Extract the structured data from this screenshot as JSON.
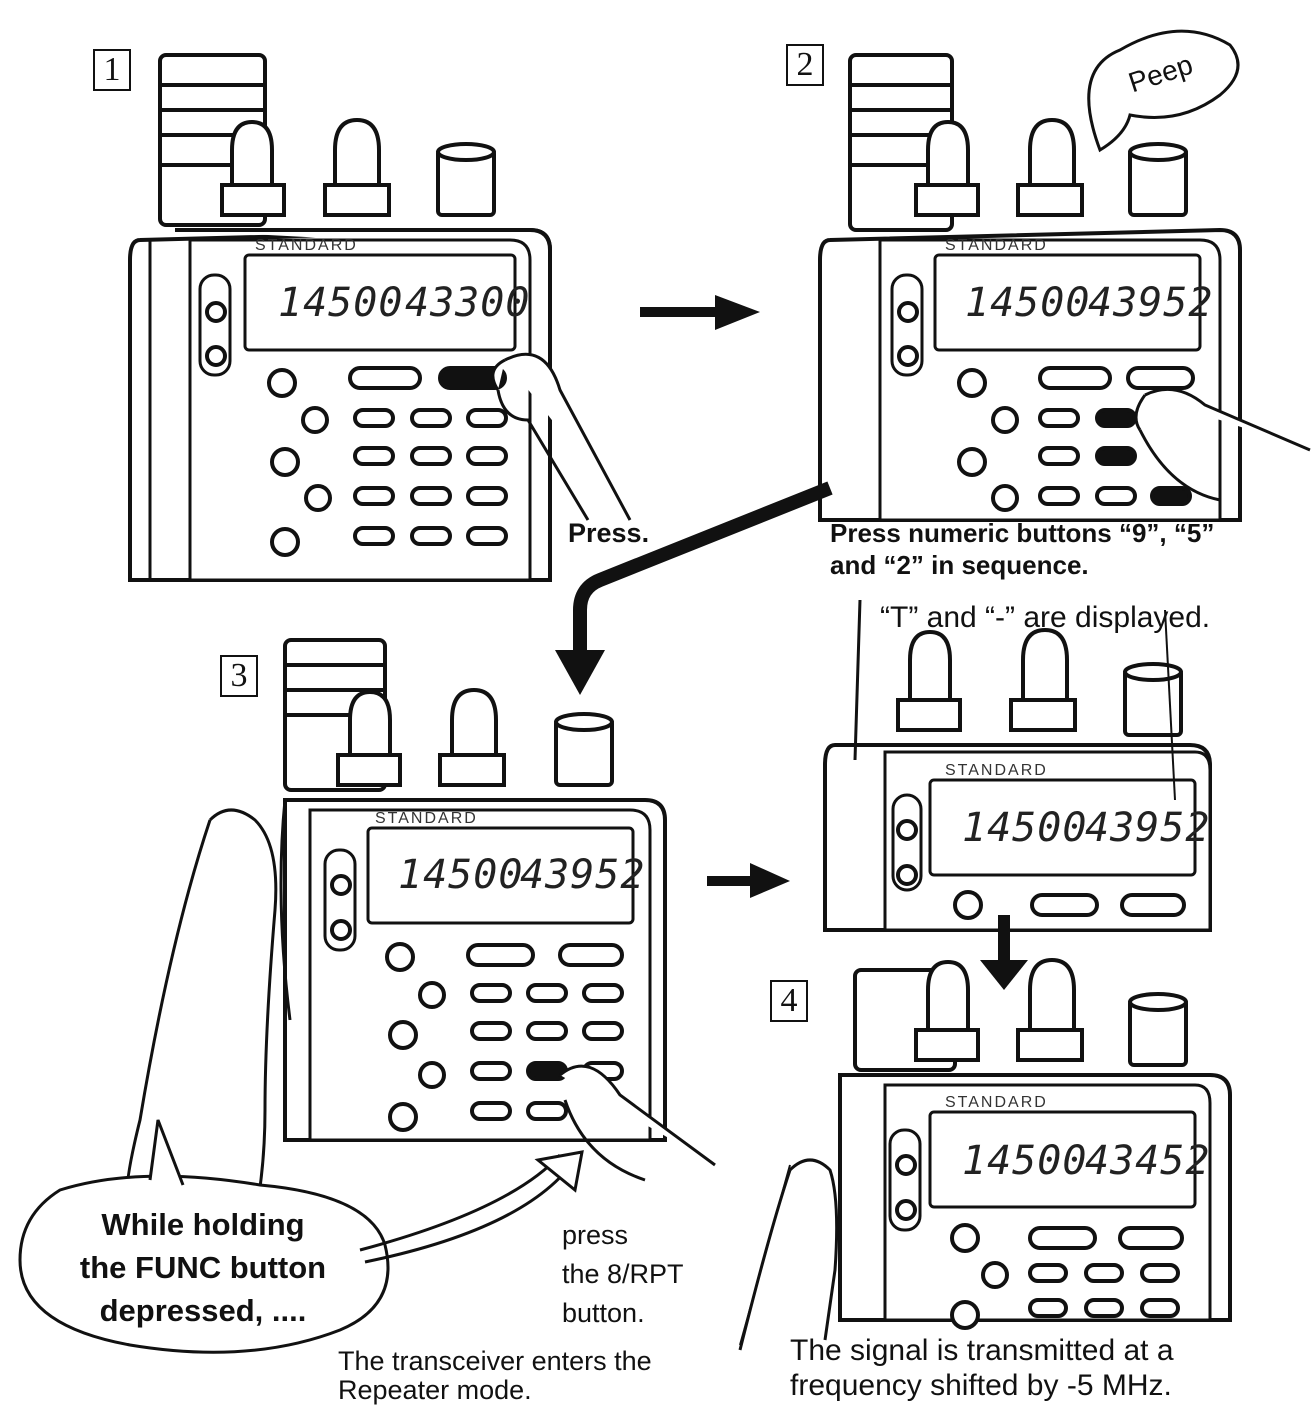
{
  "steps": {
    "s1": "1",
    "s2": "2",
    "s3": "3",
    "s4": "4"
  },
  "brand": "STANDARD",
  "displays": {
    "d1": {
      "left": "14500",
      "right": "43300"
    },
    "d2": {
      "left": "14500",
      "right": "43952"
    },
    "d3": {
      "left": "14500",
      "right": "43952"
    },
    "d3b": {
      "left": "14500",
      "right": "43952"
    },
    "d4": {
      "left": "14500",
      "right": "43452"
    }
  },
  "bubble_peep": "Peep",
  "captions": {
    "press": "Press.",
    "numeric_line1": "Press numeric buttons “9”, “5”",
    "numeric_line2": "and “2” in sequence.",
    "t_displayed": "“T” and “-” are displayed.",
    "func_line1": "While holding",
    "func_line2": "the FUNC button",
    "func_line3": "depressed, ....",
    "rpt_line1": "press",
    "rpt_line2": "the 8/RPT",
    "rpt_line3": "button.",
    "repeater_line1": "The transceiver enters the",
    "repeater_line2": "Repeater mode.",
    "signal_line1": "The  signal  is  transmitted  at  a",
    "signal_line2": "frequency shifted by -5 MHz."
  }
}
